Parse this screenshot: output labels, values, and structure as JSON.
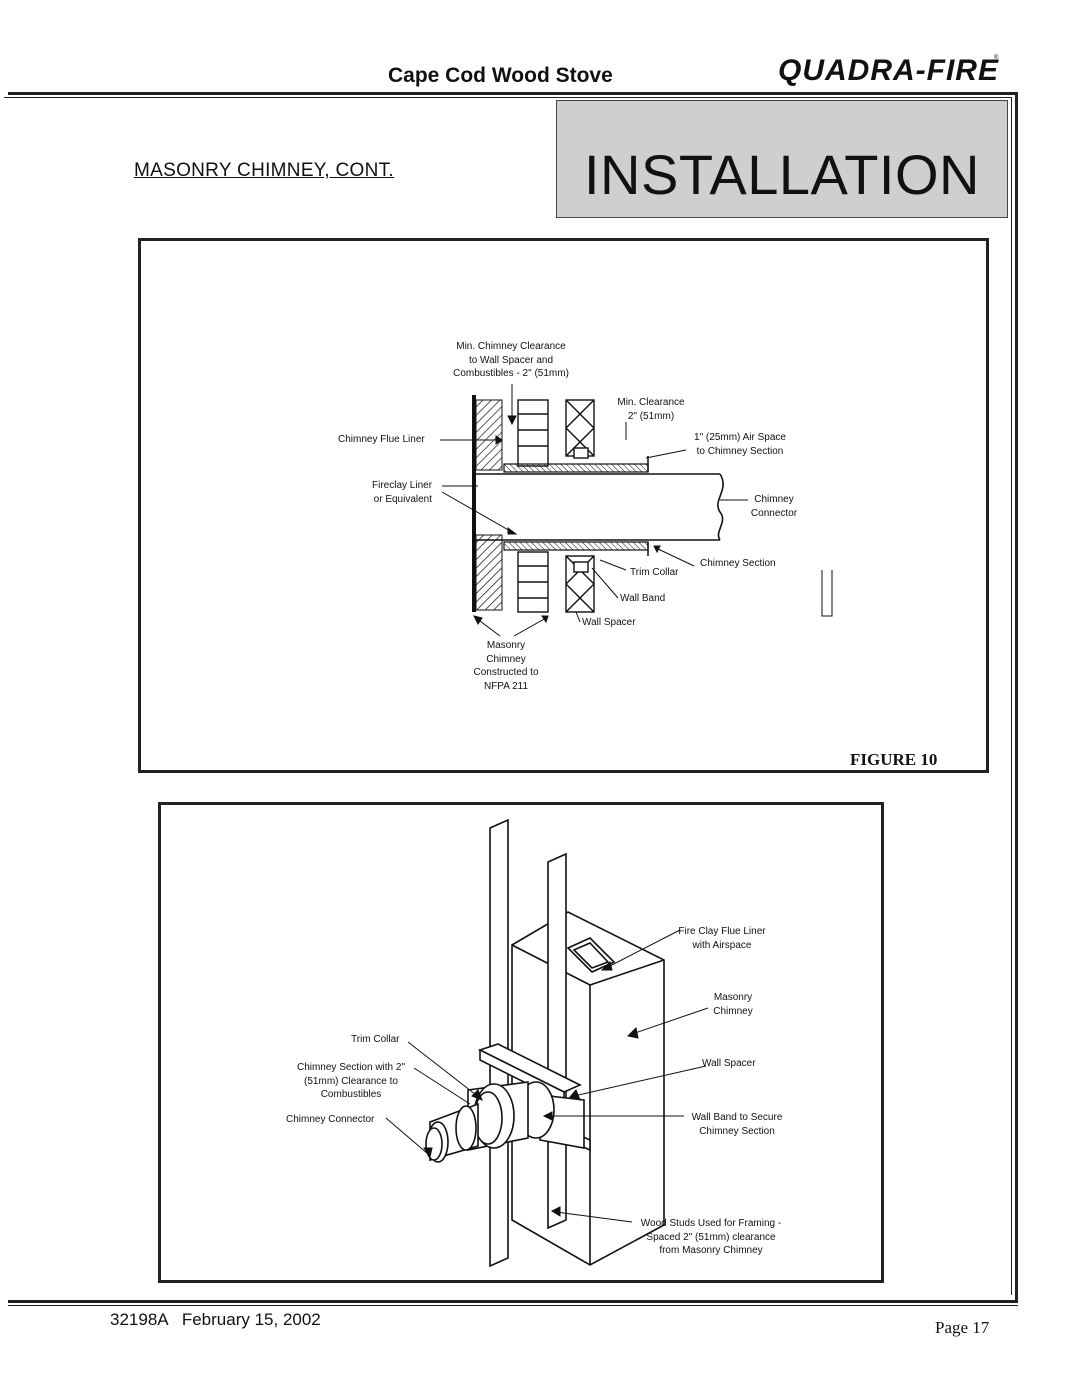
{
  "header": {
    "product_title": "Cape Cod Wood Stove",
    "brand_logo_text": "QUADRA-FIRE"
  },
  "section": {
    "heading": "MASONRY CHIMNEY, CONT.",
    "banner": "INSTALLATION"
  },
  "figure10": {
    "caption": "FIGURE 10",
    "labels": {
      "min_clearance_line1": "Min. Chimney Clearance",
      "min_clearance_line2": "to Wall Spacer and",
      "min_clearance_line3": "Combustibles - 2\" (51mm)",
      "min_clear_short_line1": "Min. Clearance",
      "min_clear_short_line2": "2\" (51mm)",
      "flue_liner": "Chimney Flue Liner",
      "air_space_line1": "1\" (25mm) Air Space",
      "air_space_line2": "to Chimney Section",
      "fireclay_line1": "Fireclay Liner",
      "fireclay_line2": "or Equivalent",
      "connector_line1": "Chimney",
      "connector_line2": "Connector",
      "chimney_section": "Chimney Section",
      "trim_collar": "Trim Collar",
      "wall_band": "Wall Band",
      "wall_spacer": "Wall Spacer",
      "masonry_line1": "Masonry",
      "masonry_line2": "Chimney",
      "masonry_line3": "Constructed to",
      "masonry_line4": "NFPA 211"
    }
  },
  "figure11": {
    "labels": {
      "fire_clay_line1": "Fire Clay Flue Liner",
      "fire_clay_line2": "with Airspace",
      "masonry_line1": "Masonry",
      "masonry_line2": "Chimney",
      "trim_collar": "Trim Collar",
      "wall_spacer": "Wall Spacer",
      "section_line1": "Chimney Section with 2\"",
      "section_line2": "(51mm) Clearance to",
      "section_line3": "Combustibles",
      "connector": "Chimney Connector",
      "wall_band_line1": "Wall Band to Secure",
      "wall_band_line2": "Chimney Section",
      "studs_line1": "Wood Studs Used for Framing -",
      "studs_line2": "Spaced 2\" (51mm) clearance",
      "studs_line3": "from Masonry Chimney"
    }
  },
  "footer": {
    "doc_id": "32198A   February 15, 2002",
    "page": "Page 17"
  }
}
